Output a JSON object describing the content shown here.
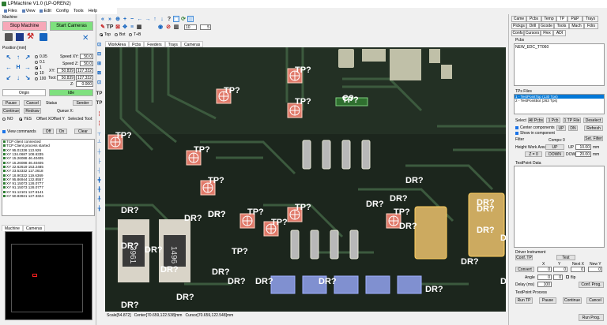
{
  "app": {
    "title": "LPMachine V1.0 (LP-OREN2)"
  },
  "menu": [
    "Files",
    "View",
    "Edit",
    "Config",
    "Tools",
    "Help"
  ],
  "machine": {
    "group_label": "Machine",
    "stop_label": "Stop Machine",
    "start_label": "Start Cameras",
    "position_label": "Position [mm]",
    "step_options": [
      "0.05",
      "0.1",
      "1",
      "10",
      "100"
    ],
    "speed_xy_label": "Speed XY:",
    "speed_xy_value": "50.0",
    "speed_z_label": "Speed Z:",
    "speed_z_value": "50.0",
    "xy_label": "XY:",
    "xy_x": "50.839",
    "xy_y": "127.332",
    "tool_label": "Tool:",
    "tool_x": "50.839",
    "tool_y": "127.332",
    "z_label": "Z:",
    "z_value": "0.000",
    "origin_label": "Origin",
    "idle_label": "Idle",
    "pause_label": "Pause",
    "cancel_label": "Cancel",
    "status_label": "Status",
    "sender_label": "Sender",
    "continue_label": "Continue",
    "redraw_label": "Redraw",
    "queue_label": "Queue X:",
    "no_label": "NO",
    "yes_label": "YES",
    "offset_x_label": "Offset X",
    "offset_y_label": "Offset Y",
    "selected_tool_label": "Selected Tool:",
    "view_commands_label": "View commands",
    "off_label": "Off",
    "on_label": "On",
    "clear_label": "Clear"
  },
  "log": [
    "TCP client connected",
    "TCP Client process started",
    "XY 95.01336 113.926",
    "XY 134.0687 108.6335",
    "XY 15.26088 46.40405",
    "XY 15.26088 46.40405",
    "XY 22.62619 153.2485",
    "XY 23.53332 117.2618",
    "XY 18.90322 119.6369",
    "XY 95.86944 132.8557",
    "XY 91.15073 128.0777",
    "XY 91.15073 128.0777",
    "XY 91.12101 127.6141",
    "XY 50.83921 127.3324"
  ],
  "camera_tabs": [
    "Machine",
    "Cameras"
  ],
  "toolbar": {
    "zoom_label": "10",
    "layer_value": "5",
    "top_label": "Top",
    "bot_label": "Bot",
    "tb_label": "T+B"
  },
  "view_tabs": [
    "WorkArea",
    "Pcbs",
    "Feeders",
    "Trays",
    "Cameras"
  ],
  "board_labels": [
    {
      "t": "TP?",
      "ch": "tp"
    },
    {
      "t": "TP?",
      "ch": "tp"
    },
    {
      "t": "TP?",
      "ch": "tp"
    },
    {
      "t": "TP?",
      "ch": "tp"
    },
    {
      "t": "TP?",
      "ch": "tp"
    },
    {
      "t": "TP?",
      "ch": "tp"
    },
    {
      "t": "TP?",
      "ch": "tp"
    },
    {
      "t": "TP?",
      "ch": "tp"
    },
    {
      "t": "TP?",
      "ch": "tp"
    },
    {
      "t": "TP?",
      "ch": "tp"
    },
    {
      "t": "TP?",
      "ch": "tp"
    },
    {
      "t": "TP?",
      "ch": "tp"
    },
    {
      "t": "C?",
      "ch": "c"
    },
    {
      "t": "DR?",
      "ch": "dr"
    },
    {
      "t": "DR?",
      "ch": "dr"
    },
    {
      "t": "DR?",
      "ch": "dr"
    },
    {
      "t": "DR?",
      "ch": "dr"
    },
    {
      "t": "DR?",
      "ch": "dr"
    },
    {
      "t": "DR?",
      "ch": "dr"
    },
    {
      "t": "DR?",
      "ch": "dr"
    },
    {
      "t": "DR?",
      "ch": "dr"
    },
    {
      "t": "DR?",
      "ch": "dr"
    },
    {
      "t": "DR?",
      "ch": "dr"
    },
    {
      "t": "DR?",
      "ch": "dr"
    },
    {
      "t": "DR?",
      "ch": "dr"
    },
    {
      "t": "DR?",
      "ch": "dr"
    },
    {
      "t": "DR?",
      "ch": "dr"
    },
    {
      "t": "DR?",
      "ch": "dr"
    },
    {
      "t": "DR?",
      "ch": "dr"
    },
    {
      "t": "DR?",
      "ch": "dr"
    },
    {
      "t": "DR?",
      "ch": "dr"
    },
    {
      "t": "DR?",
      "ch": "dr"
    },
    {
      "t": "DR?",
      "ch": "dr"
    },
    {
      "t": "DR?",
      "ch": "dr"
    },
    {
      "t": "DR?",
      "ch": "dr"
    },
    {
      "t": "DR?",
      "ch": "dr"
    },
    {
      "t": "DR?",
      "ch": "dr"
    }
  ],
  "status": {
    "scale": "Scale[54.872]",
    "center": "Center[70.659,122.538]mm",
    "cursor": "Cursor[70.659,122.548]mm"
  },
  "right": {
    "tabs_row1": [
      "Came",
      "Pcbs",
      "Temp",
      "TP",
      "P&P",
      "Trays"
    ],
    "tabs_row2": [
      "Pickgs",
      "Drill",
      "Gcode",
      "Tools",
      "Mach",
      "Fdrs"
    ],
    "tabs_row3": [
      "Confs",
      "Cursors",
      "Flex",
      "ADI"
    ],
    "pcbs_label": "Pcbs",
    "pcb_item": "NEW_EDC_TT060",
    "tps_files_label": "TPs Files",
    "tps_files": [
      "1 - TestPointTop (130 Tps)",
      "2 - TestPointBot (263 Tps)"
    ],
    "select_label": "Select",
    "all_pcbs": "All Pcbs",
    "one_pcb": "1 Pcb",
    "one_tp_file": "1 TP File",
    "deselect": "Deselect",
    "center_components": "Center components",
    "show_in_component": "Show in component",
    "up_label": "UP",
    "dn_label": "DN",
    "refresh_label": "Refresh",
    "filter_label": "Filter",
    "comps_label": "Comps:",
    "comps_value": "0",
    "set_filter": "Set. Filter",
    "height_label": "Height Work Area",
    "height_up": "UP",
    "height_up_value": "10.00",
    "z_equals": "Z = 0",
    "down_label": "DOWN",
    "down_value": "20.00",
    "mm1": "mm",
    "mm2": "mm",
    "tp_data_label": "TestPoint Data",
    "driver_label": "Driver Instrument",
    "conf_tp": "Conf. TP",
    "test_label": "Test",
    "x_label": "X",
    "y_label": "Y",
    "next_x": "Next X",
    "new_y": "New Y",
    "convert": "Convert",
    "c1": "0",
    "c2": "0",
    "c3": "0",
    "c4": "0",
    "angle_label": "Angle",
    "angle_value": "0",
    "angle_value2": "0",
    "flip_label": "flip",
    "delay_label": "Delay (ms)",
    "delay_value": "100",
    "conf_prog": "Conf. Prog.",
    "tp_process": "TestPoint Process",
    "run_tp": "Run TP",
    "pause": "Pause",
    "continue": "Continue",
    "cancel": "Cancel",
    "run_prog": "Run Prog."
  }
}
